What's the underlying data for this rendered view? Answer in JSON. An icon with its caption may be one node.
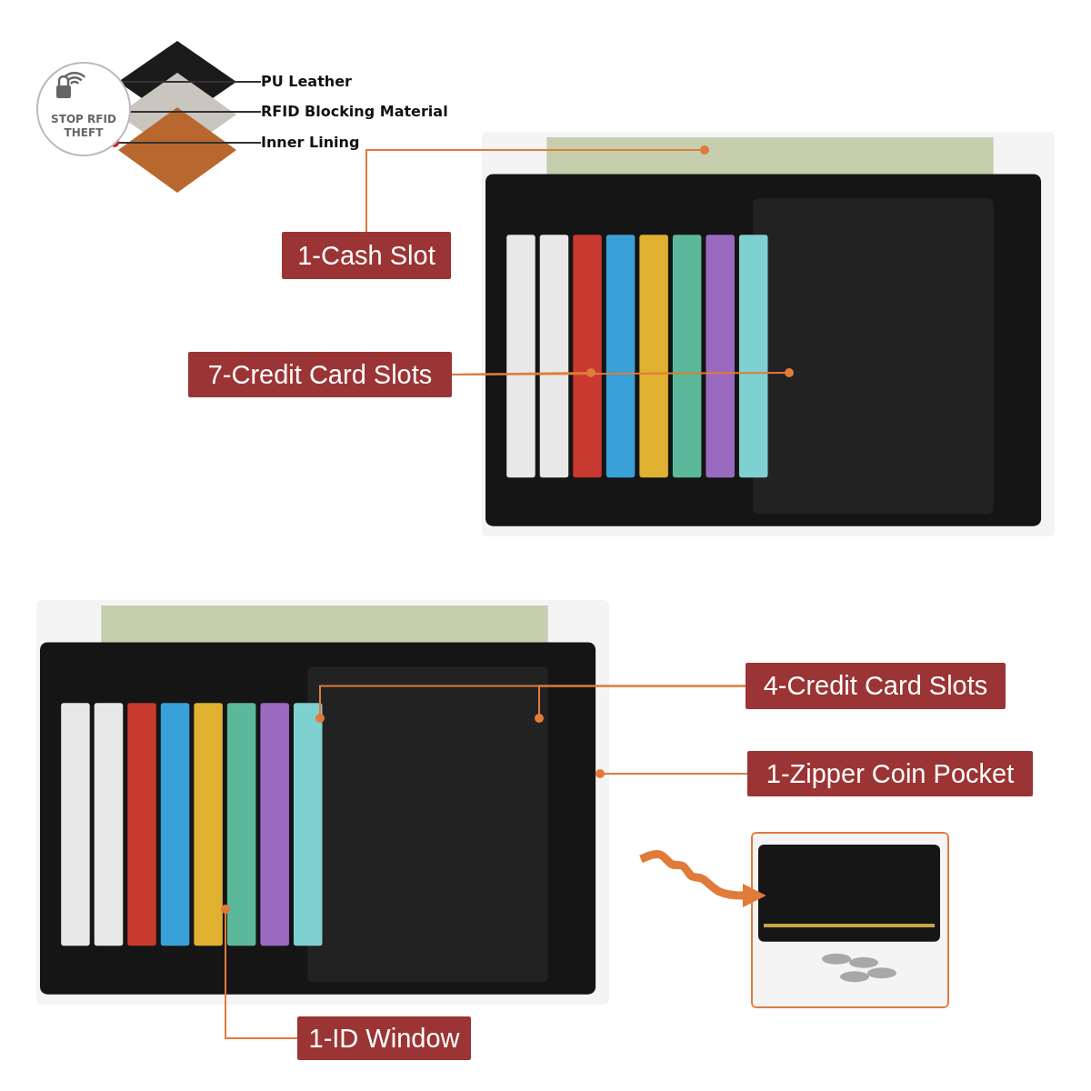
{
  "diagram": {
    "nodes": [
      {
        "text": [
          "STOP RFID THEFT"
        ]
      },
      {
        "text": [
          "PU Leather"
        ]
      },
      {
        "text": [
          "RFID Blocking Material"
        ]
      },
      {
        "text": [
          "Inner Lining"
        ]
      },
      {
        "text": [],
        "shape": "picture"
      },
      {
        "text": [],
        "shape": "picture"
      },
      {
        "text": [],
        "shape": "picture"
      },
      {
        "text": [],
        "shape": "picture"
      },
      {
        "text": [
          "1-Cash Slot"
        ]
      },
      {
        "text": [
          "7-Credit Card Slots"
        ]
      },
      {
        "text": [],
        "shape": "picture"
      },
      {
        "text": [
          "4-Credit Card Slots"
        ]
      },
      {
        "text": [
          "1-Zipper Coin Pocket"
        ]
      },
      {
        "text": [
          "1-ID Window"
        ]
      },
      {
        "text": [],
        "shape": "picture"
      }
    ],
    "edges": [
      {
        "from": 1,
        "to": 4,
        "arrow": "other",
        "color": "#333333"
      },
      {
        "from": 2,
        "to": 5,
        "arrow": "other",
        "color": "#333333"
      },
      {
        "from": 3,
        "to": 6,
        "arrow": "other",
        "color": "#333333"
      },
      {
        "from": 8,
        "to": 7,
        "arrow": "other"
      },
      {
        "from": 9,
        "to": 7,
        "arrow": "other"
      },
      {
        "from": 9,
        "to": 7,
        "arrow": "other"
      },
      {
        "from": 11,
        "to": 10,
        "arrow": "other"
      },
      {
        "from": 11,
        "to": 10,
        "arrow": "other"
      },
      {
        "from": 12,
        "to": 10,
        "arrow": "other"
      },
      {
        "from": 13,
        "to": 10,
        "arrow": "other"
      },
      {
        "from": null,
        "to": 14,
        "arrow": "to",
        "style": "thick"
      }
    ]
  }
}
